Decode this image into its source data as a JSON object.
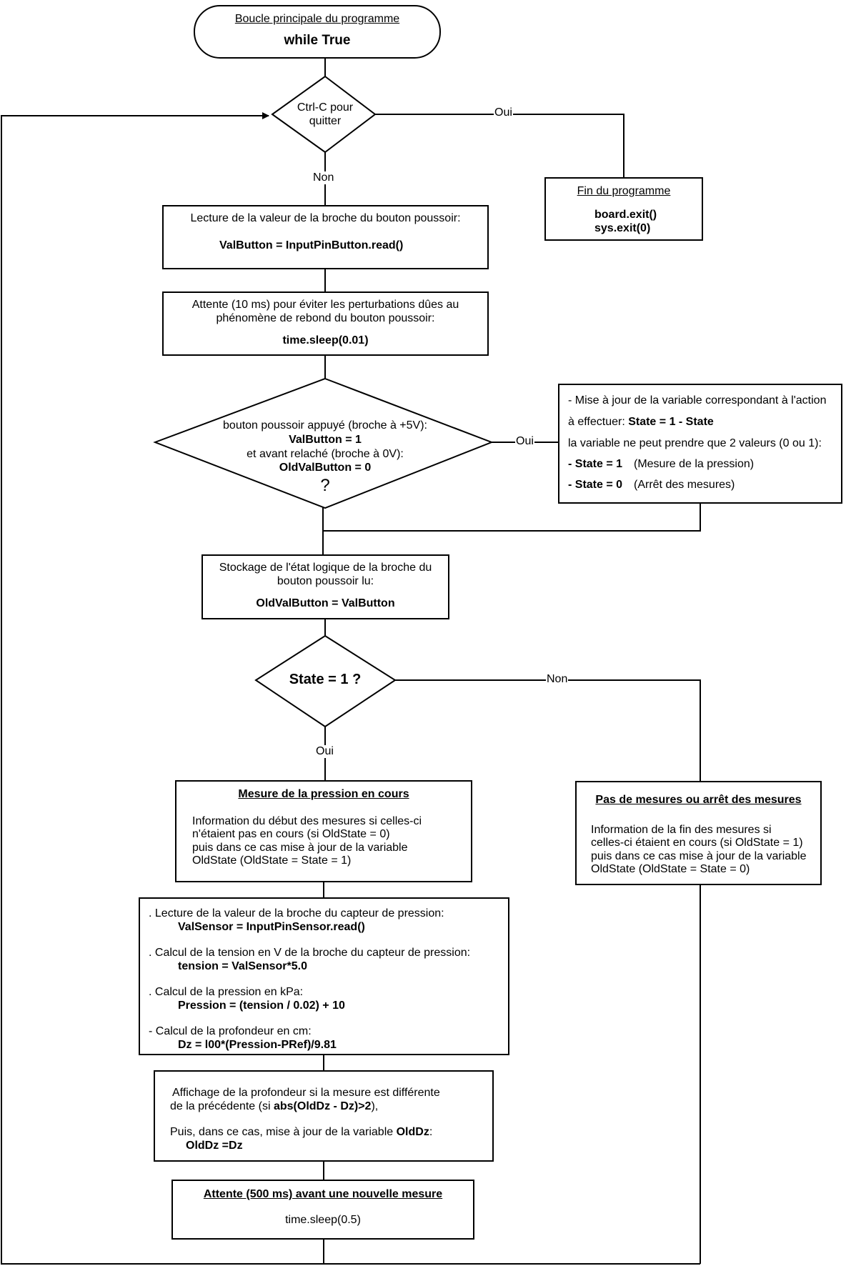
{
  "start": {
    "title": "Boucle principale du programme",
    "code": "while True"
  },
  "d1": {
    "l1": "Ctrl-C pour",
    "l2": "quitter",
    "yes": "Oui",
    "no": "Non"
  },
  "end": {
    "title": "Fin du programme",
    "c1": "board.exit()",
    "c2": "sys.exit(0)"
  },
  "b1": {
    "text": "Lecture de la valeur de la broche du bouton poussoir:",
    "code": "ValButton = InputPinButton.read()"
  },
  "b2": {
    "l1": "Attente (10 ms) pour éviter les perturbations dûes au",
    "l2": "phénomène de rebond du bouton poussoir:",
    "code": "time.sleep(0.01)"
  },
  "d2": {
    "l1": "bouton poussoir appuyé (broche à +5V):",
    "l2": "ValButton = 1",
    "l3": "et avant relaché (broche à 0V):",
    "l4": "OldValButton = 0",
    "q": "?",
    "yes": "Oui"
  },
  "upd": {
    "l1": "- Mise à jour de la variable correspondant à l'action",
    "l2a": "à effectuer: ",
    "l2b": "State = 1 - State",
    "l3": "la variable ne peut prendre que 2 valeurs (0 ou 1):",
    "l4a": "- State = 1",
    "l4b": "(Mesure de la pression)",
    "l5a": "- State = 0",
    "l5b": "(Arrêt des mesures)"
  },
  "b3": {
    "l1": "Stockage de l'état logique de la broche du",
    "l2": "bouton poussoir lu:",
    "code": "OldValButton = ValButton"
  },
  "d3": {
    "text": "State = 1 ?",
    "yes": "Oui",
    "no": "Non"
  },
  "b4": {
    "title": "Mesure de la pression en cours",
    "l1": "Information du début des mesures si celles-ci",
    "l2": "n'étaient pas en cours (si OldState = 0)",
    "l3": "puis dans ce cas mise à jour de la variable",
    "l4": "OldState (OldState = State = 1)"
  },
  "b5": {
    "title": "Pas de mesures ou arrêt des mesures",
    "l1": "Information de la fin des mesures si",
    "l2": "celles-ci étaient en cours (si OldState = 1)",
    "l3": "puis dans ce cas mise à jour de la variable",
    "l4": "OldState (OldState = State = 0)"
  },
  "b6": {
    "l1": ". Lecture de la valeur de la broche du capteur de pression:",
    "c1": "ValSensor = InputPinSensor.read()",
    "l2": ". Calcul de la tension en V de la broche du capteur de pression:",
    "c2": "tension = ValSensor*5.0",
    "l3": ". Calcul de la pression en kPa:",
    "c3": "Pression = (tension / 0.02) + 10",
    "l4": "- Calcul de la profondeur en cm:",
    "c4": "Dz = l00*(Pression-PRef)/9.81"
  },
  "b7": {
    "l1": "Affichage de la profondeur si la mesure est différente",
    "l2a": "de la précédente (si ",
    "l2b": "abs(OldDz - Dz)>2",
    "l2c": "),",
    "l3a": "Puis, dans ce cas, mise à jour de la variable ",
    "l3b": "OldDz",
    "l3c": ":",
    "c": "OldDz =Dz"
  },
  "b8": {
    "title": "Attente (500 ms) avant une nouvelle mesure",
    "code": "time.sleep(0.5)"
  }
}
